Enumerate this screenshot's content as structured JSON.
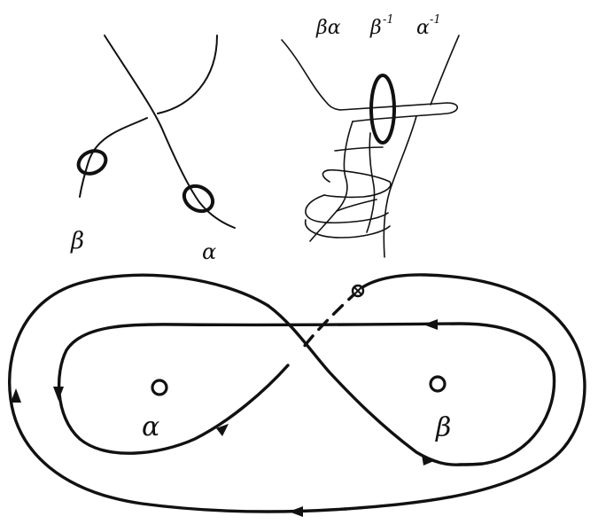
{
  "panel_top_left": {
    "label_beta": "β",
    "label_alpha": "α"
  },
  "panel_top_right": {
    "label_beta_alpha": "βα",
    "label_beta_inverse": "β",
    "label_beta_inverse_exp": "-1",
    "label_alpha_inverse": "α",
    "label_alpha_inverse_exp": "-1"
  },
  "panel_bottom": {
    "label_alpha": "α",
    "label_beta": "β"
  }
}
